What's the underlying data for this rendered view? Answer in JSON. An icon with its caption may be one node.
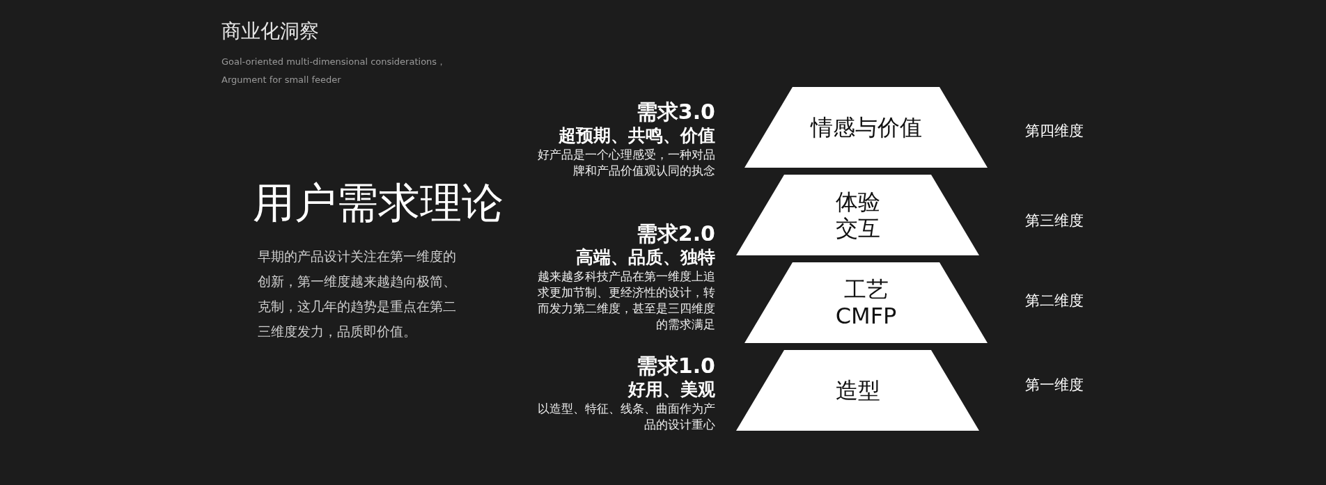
{
  "diagram": {
    "title": "用户需求理论",
    "nodes": [
      {
        "text": [
          "情感与价值"
        ],
        "beside": [
          "需求3.0",
          "超预期、共鸣、价值",
          "好产品是一个心理感受，一种对品牌和产品价值观认同的执念",
          "第四维度"
        ]
      },
      {
        "text": [
          "体验",
          "交互"
        ],
        "beside": [
          "第三维度"
        ]
      },
      {
        "text": [
          "工艺",
          "CMFP"
        ],
        "beside": [
          "需求2.0",
          "高端、品质、独特",
          "越来越多科技产品在第一维度上追求更加节制、更经济性的设计，转而发力第二维度，甚至是三四维度的需求满足",
          "第二维度"
        ]
      },
      {
        "text": [
          "造型"
        ],
        "beside": [
          "需求1.0",
          "好用、美观",
          "以造型、特征、线条、曲面作为产品的设计重心",
          "第一维度"
        ]
      }
    ],
    "edges": [],
    "labels": [
      "商业化洞察",
      "Goal-oriented multi-dimensional considerations，",
      "Argument for small feeder",
      "早期的产品设计关注在第一维度的创新，第一维度越来越趋向极简、克制，这几年的趋势是重点在第二三维度发力，品质即价值。"
    ]
  }
}
